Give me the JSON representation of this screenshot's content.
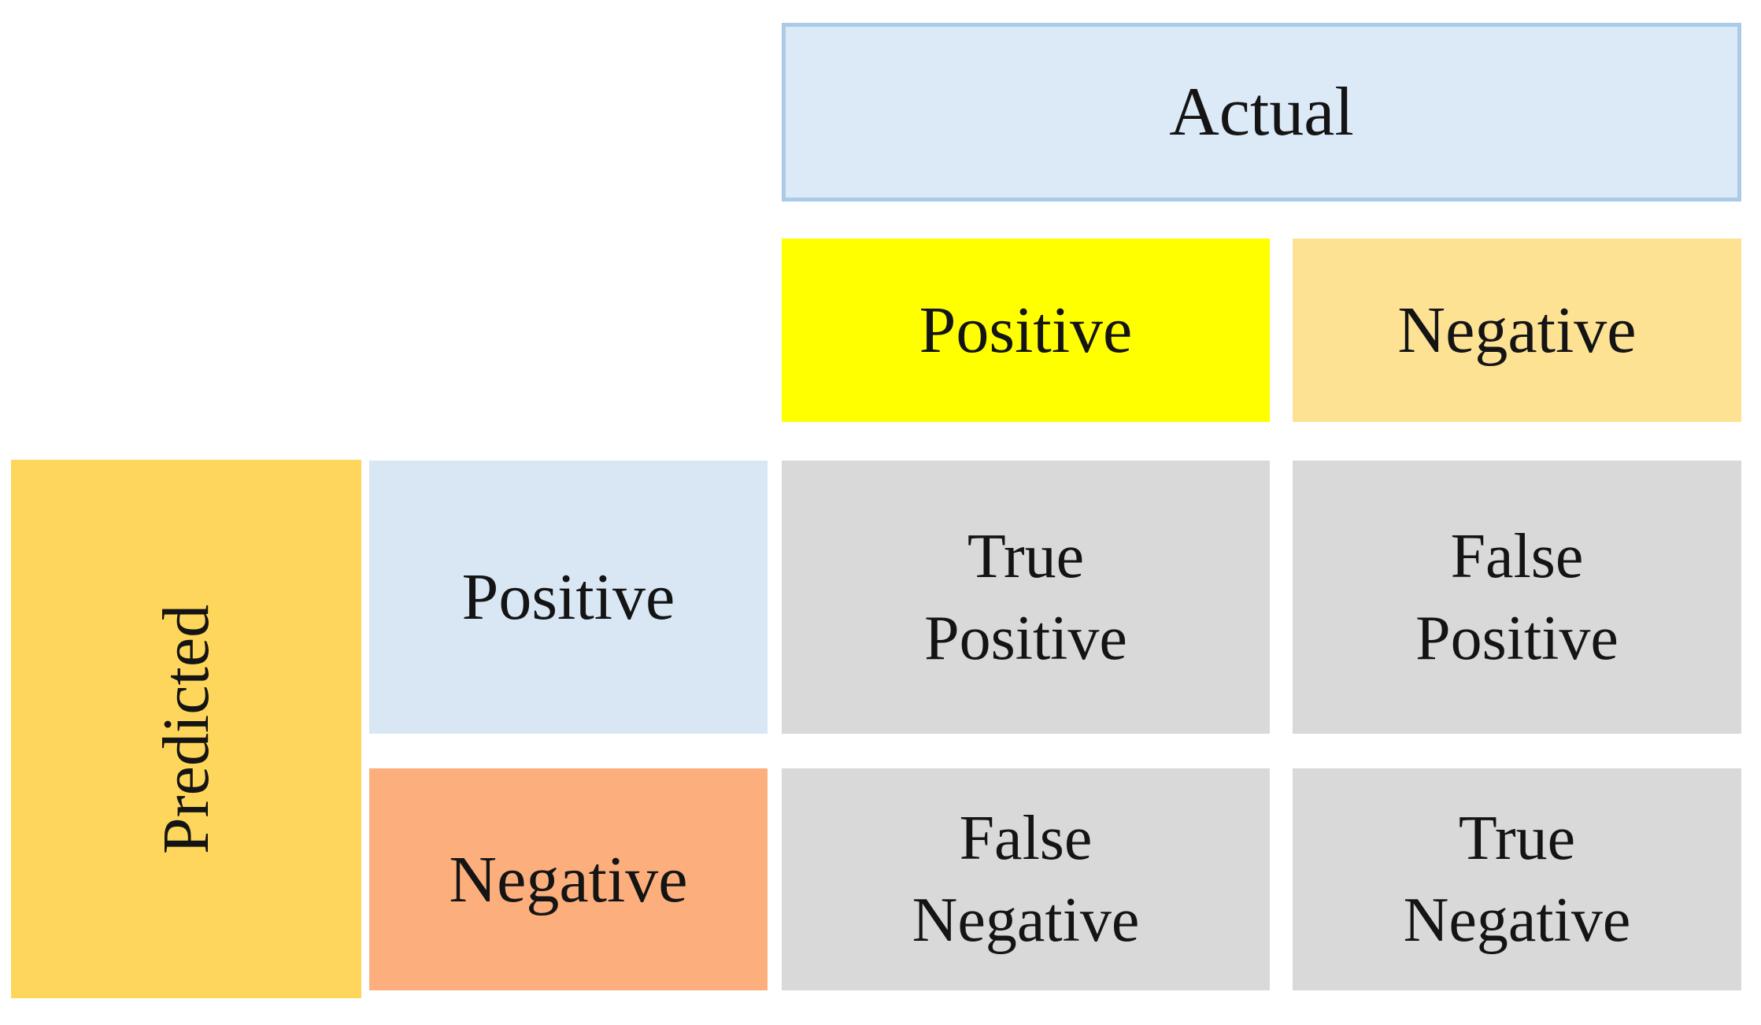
{
  "matrix": {
    "title_axis_top": {
      "label": "Actual"
    },
    "title_axis_left": {
      "label": "Predicted"
    },
    "col_headers": [
      {
        "label": "Positive"
      },
      {
        "label": "Negative"
      }
    ],
    "row_headers": [
      {
        "label": "Positive"
      },
      {
        "label": "Negative"
      }
    ],
    "cells": [
      {
        "id": "true-positive",
        "label": "True\nPositive"
      },
      {
        "id": "false-positive",
        "label": "False\nPositive"
      },
      {
        "id": "false-negative",
        "label": "False\nNegative"
      },
      {
        "id": "true-negative",
        "label": "True\nNegative"
      }
    ],
    "colors": {
      "actual_header_fill": "#DCE9F6",
      "actual_header_border": "#A9CBE8",
      "col_positive_fill": "#FFFF00",
      "col_negative_fill": "#FDE294",
      "predicted_fill": "#FED65C",
      "row_positive_fill": "#D9E7F5",
      "row_negative_fill": "#FCAF7C",
      "cell_fill": "#D9D9D9",
      "text": "#141414",
      "background": "#FFFFFF"
    }
  }
}
